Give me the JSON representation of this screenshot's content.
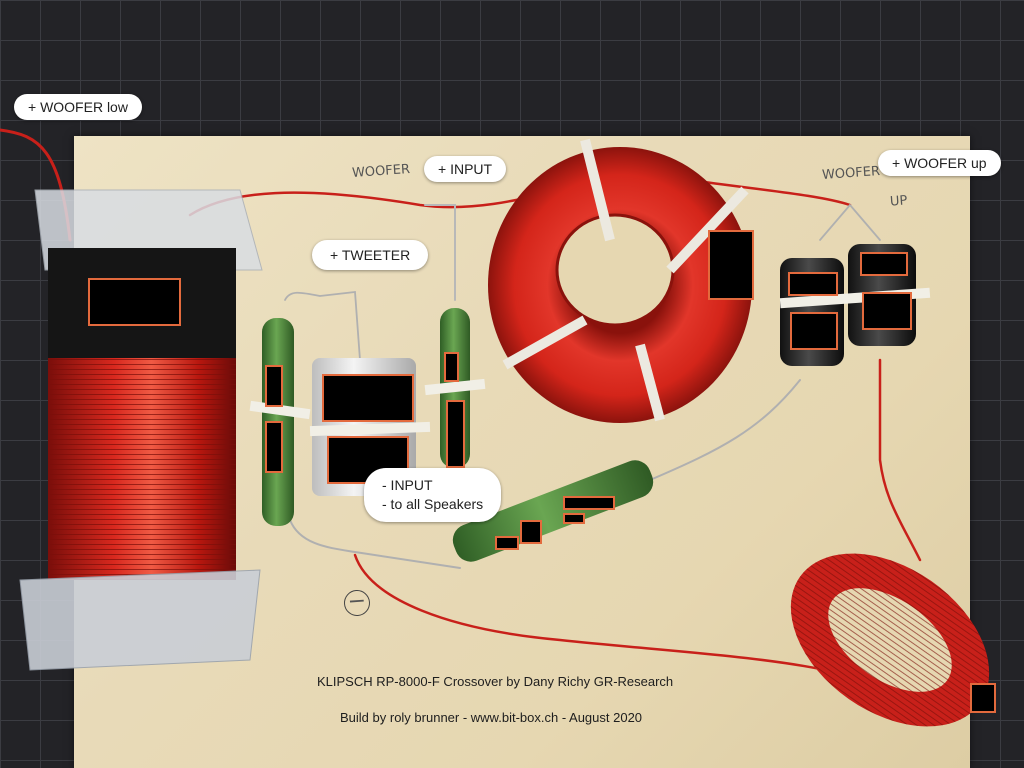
{
  "callouts": {
    "woofer_low": "+ WOOFER low",
    "input_plus": "+ INPUT",
    "woofer_up": "+ WOOFER up",
    "tweeter": "+ TWEETER",
    "input_minus_line1": "-  INPUT",
    "input_minus_line2": "-  to all Speakers"
  },
  "pencil_marks": {
    "woofer_left": "WOOFER",
    "woofer_right": "WOOFER",
    "up_right": "UP",
    "minus_sign": "−"
  },
  "captions": {
    "title": "KLIPSCH  RP-8000-F Crossover by Dany Richy GR-Research",
    "credit": "Build by roly brunner - www.bit-box.ch - August 2020"
  },
  "colors": {
    "copper": "#c8201a",
    "board": "#e8dab8",
    "resistor": "#4e8a3c",
    "redaction_border": "#e36a3d"
  }
}
